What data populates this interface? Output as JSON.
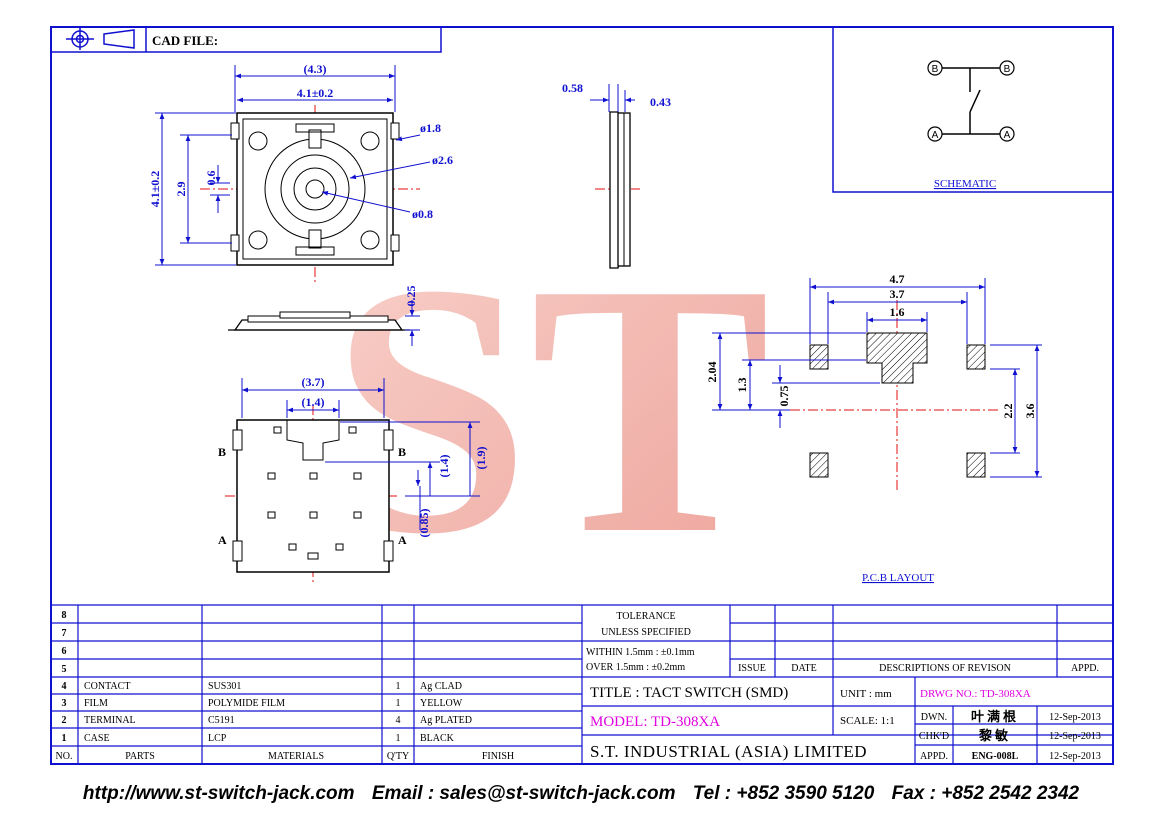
{
  "header": {
    "cad_label": "CAD FILE:"
  },
  "watermark": "ST",
  "schematic": {
    "title": "SCHEMATIC",
    "pin_b": "B",
    "pin_a": "A"
  },
  "front_view": {
    "dims": [
      "(4.3)",
      "4.1±0.2",
      "4.1±0.2",
      "2.9",
      "0.6",
      "ø1.8",
      "ø2.6",
      "ø0.8"
    ]
  },
  "side_view": {
    "dims": [
      "0.58",
      "0.43"
    ]
  },
  "bottom_side_dim": "0.25",
  "bottom_view": {
    "dims": [
      "(3.7)",
      "(1.4)",
      "(1.4)",
      "(1.9)",
      "(0.85)"
    ],
    "pin_labels": {
      "b_left": "B",
      "b_right": "B",
      "a_left": "A",
      "a_right": "A"
    }
  },
  "pcb_layout": {
    "title": "P.C.B LAYOUT",
    "dims": [
      "4.7",
      "3.7",
      "1.6",
      "2.04",
      "1.3",
      "0.75",
      "2.2",
      "3.6"
    ]
  },
  "bom": {
    "headers": [
      "NO.",
      "PARTS",
      "MATERIALS",
      "Q'TY",
      "FINISH"
    ],
    "rows": [
      {
        "no": "8",
        "part": "",
        "material": "",
        "qty": "",
        "finish": ""
      },
      {
        "no": "7",
        "part": "",
        "material": "",
        "qty": "",
        "finish": ""
      },
      {
        "no": "6",
        "part": "",
        "material": "",
        "qty": "",
        "finish": ""
      },
      {
        "no": "5",
        "part": "",
        "material": "",
        "qty": "",
        "finish": ""
      },
      {
        "no": "4",
        "part": "CONTACT",
        "material": "SUS301",
        "qty": "1",
        "finish": "Ag CLAD"
      },
      {
        "no": "3",
        "part": "FILM",
        "material": "POLYMIDE FILM",
        "qty": "1",
        "finish": "YELLOW"
      },
      {
        "no": "2",
        "part": "TERMINAL",
        "material": "C5191",
        "qty": "4",
        "finish": "Ag PLATED"
      },
      {
        "no": "1",
        "part": "CASE",
        "material": "LCP",
        "qty": "1",
        "finish": "BLACK"
      }
    ]
  },
  "tolerance": {
    "title1": "TOLERANCE",
    "title2": "UNLESS   SPECIFIED",
    "line1": "WITHIN  1.5mm : ±0.1mm",
    "line2": "OVER    1.5mm : ±0.2mm"
  },
  "revision": {
    "issue": "ISSUE",
    "date": "DATE",
    "desc": "DESCRIPTIONS  OF  REVISON",
    "appd": "APPD."
  },
  "title_block": {
    "title": "TITLE : TACT SWITCH (SMD)",
    "model": "MODEL: TD-308XA",
    "company": "S.T.  INDUSTRIAL  (ASIA)  LIMITED",
    "unit": "UNIT :   mm",
    "scale": "SCALE:  1:1",
    "drwg": "DRWG NO.: TD-308XA",
    "dwn_label": "DWN.",
    "dwn_name": "叶满根",
    "dwn_date": "12-Sep-2013",
    "chk_label": "CHK'D",
    "chk_name": "黎敏",
    "chk_date": "12-Sep-2013",
    "appd_label": "APPD.",
    "appd_name": "ENG-008L",
    "appd_date": "12-Sep-2013"
  },
  "colors": {
    "border": "#1010d0",
    "dims": "#1010d0",
    "centerline": "#e01010",
    "magenta": "#e000e0",
    "watermark": "#e8857a"
  },
  "footer": {
    "website": "http://www.st-switch-jack.com",
    "email": "Email : sales@st-switch-jack.com",
    "tel": "Tel : +852 3590 5120",
    "fax": "Fax : +852 2542 2342"
  }
}
